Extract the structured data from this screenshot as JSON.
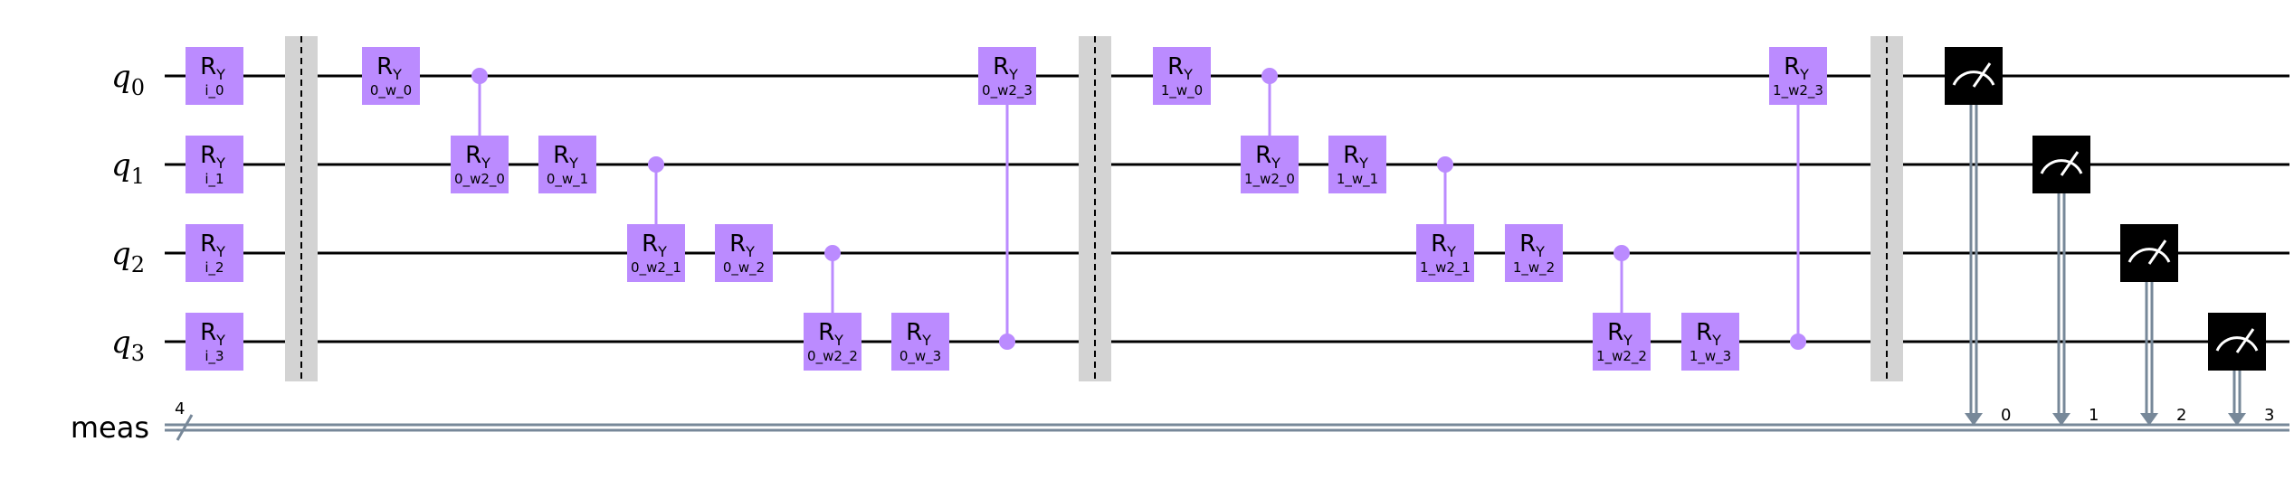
{
  "qubits": [
    {
      "label": "q",
      "index": "0"
    },
    {
      "label": "q",
      "index": "1"
    },
    {
      "label": "q",
      "index": "2"
    },
    {
      "label": "q",
      "index": "3"
    }
  ],
  "classical_register": {
    "label": "meas",
    "width": "4",
    "bits": [
      "0",
      "1",
      "2",
      "3"
    ]
  },
  "colors": {
    "gate": "#bb8bff",
    "barrier": "#d3d3d3",
    "measure": "#000000",
    "classical": "#778899",
    "wire": "#000000"
  },
  "gate_name": "R",
  "gate_subscript": "Y",
  "layers": [
    {
      "type": "gates",
      "gates": [
        {
          "qubit": 0,
          "param": "i_0"
        },
        {
          "qubit": 1,
          "param": "i_1"
        },
        {
          "qubit": 2,
          "param": "i_2"
        },
        {
          "qubit": 3,
          "param": "i_3"
        }
      ]
    },
    {
      "type": "barrier"
    },
    {
      "type": "gates",
      "gates": [
        {
          "qubit": 0,
          "param": "0_w_0"
        }
      ]
    },
    {
      "type": "controlled",
      "control": 0,
      "target": 1,
      "param": "0_w2_0"
    },
    {
      "type": "gates",
      "gates": [
        {
          "qubit": 1,
          "param": "0_w_1"
        }
      ]
    },
    {
      "type": "controlled",
      "control": 1,
      "target": 2,
      "param": "0_w2_1"
    },
    {
      "type": "gates",
      "gates": [
        {
          "qubit": 2,
          "param": "0_w_2"
        }
      ]
    },
    {
      "type": "controlled",
      "control": 2,
      "target": 3,
      "param": "0_w2_2"
    },
    {
      "type": "gates",
      "gates": [
        {
          "qubit": 3,
          "param": "0_w_3"
        }
      ]
    },
    {
      "type": "controlled",
      "control": 3,
      "target": 0,
      "param": "0_w2_3"
    },
    {
      "type": "barrier"
    },
    {
      "type": "gates",
      "gates": [
        {
          "qubit": 0,
          "param": "1_w_0"
        }
      ]
    },
    {
      "type": "controlled",
      "control": 0,
      "target": 1,
      "param": "1_w2_0"
    },
    {
      "type": "gates",
      "gates": [
        {
          "qubit": 1,
          "param": "1_w_1"
        }
      ]
    },
    {
      "type": "controlled",
      "control": 1,
      "target": 2,
      "param": "1_w2_1"
    },
    {
      "type": "gates",
      "gates": [
        {
          "qubit": 2,
          "param": "1_w_2"
        }
      ]
    },
    {
      "type": "controlled",
      "control": 2,
      "target": 3,
      "param": "1_w2_2"
    },
    {
      "type": "gates",
      "gates": [
        {
          "qubit": 3,
          "param": "1_w_3"
        }
      ]
    },
    {
      "type": "controlled",
      "control": 3,
      "target": 0,
      "param": "1_w2_3"
    },
    {
      "type": "barrier"
    },
    {
      "type": "measure",
      "qubit": 0,
      "clbit": 0
    },
    {
      "type": "measure",
      "qubit": 1,
      "clbit": 1
    },
    {
      "type": "measure",
      "qubit": 2,
      "clbit": 2
    },
    {
      "type": "measure",
      "qubit": 3,
      "clbit": 3
    }
  ]
}
